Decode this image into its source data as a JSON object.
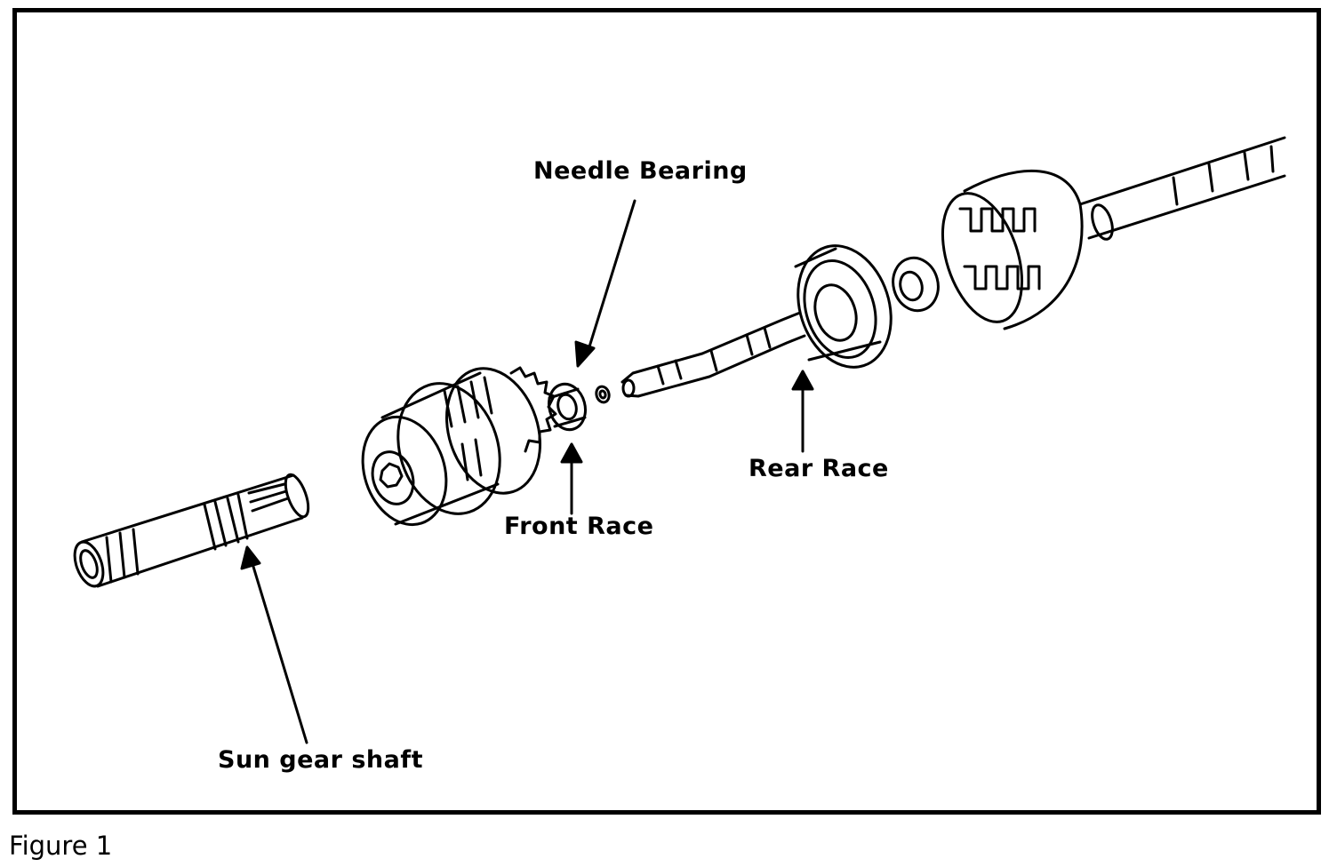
{
  "figure": {
    "caption": "Figure 1",
    "labels": {
      "needle_bearing": "Needle Bearing",
      "front_race": "Front Race",
      "rear_race": "Rear Race",
      "sun_gear_shaft": "Sun gear shaft"
    }
  }
}
